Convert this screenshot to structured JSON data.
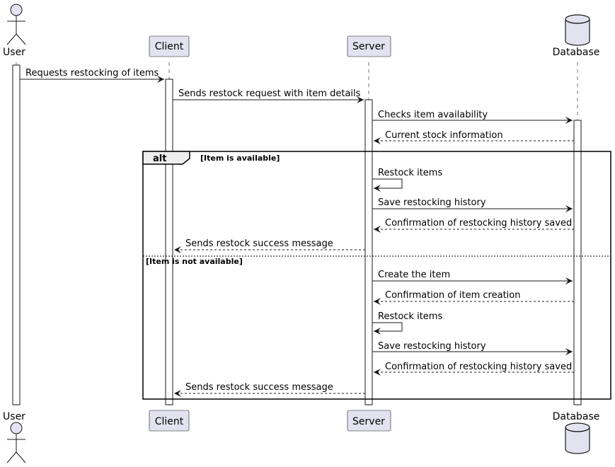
{
  "participants": [
    {
      "id": "user",
      "name": "User",
      "kind": "actor"
    },
    {
      "id": "client",
      "name": "Client",
      "kind": "participant"
    },
    {
      "id": "server",
      "name": "Server",
      "kind": "participant"
    },
    {
      "id": "database",
      "name": "Database",
      "kind": "database"
    }
  ],
  "messages": [
    {
      "from": "user",
      "to": "client",
      "text": "Requests restocking of items",
      "style": "solid"
    },
    {
      "from": "client",
      "to": "server",
      "text": "Sends restock request with item details",
      "style": "solid"
    },
    {
      "from": "server",
      "to": "database",
      "text": "Checks item availability",
      "style": "solid"
    },
    {
      "from": "database",
      "to": "server",
      "text": "Current stock information",
      "style": "dashed"
    },
    {
      "from": "server",
      "to": "server",
      "text": "Restock items",
      "style": "solid"
    },
    {
      "from": "server",
      "to": "database",
      "text": "Save restocking history",
      "style": "solid"
    },
    {
      "from": "database",
      "to": "server",
      "text": "Confirmation of restocking history saved",
      "style": "dashed"
    },
    {
      "from": "server",
      "to": "client",
      "text": "Sends restock success message",
      "style": "dashed"
    },
    {
      "from": "server",
      "to": "database",
      "text": "Create the item",
      "style": "solid"
    },
    {
      "from": "database",
      "to": "server",
      "text": "Confirmation of item creation",
      "style": "dashed"
    },
    {
      "from": "server",
      "to": "server",
      "text": "Restock items",
      "style": "solid"
    },
    {
      "from": "server",
      "to": "database",
      "text": "Save restocking history",
      "style": "solid"
    },
    {
      "from": "database",
      "to": "server",
      "text": "Confirmation of restocking history saved",
      "style": "dashed"
    },
    {
      "from": "server",
      "to": "client",
      "text": "Sends restock success message",
      "style": "dashed"
    }
  ],
  "alt_fragment": {
    "keyword": "alt",
    "conditions": [
      "[Item is available]",
      "[Item is not available]"
    ]
  },
  "colors": {
    "participant_fill": "#e2e2f0",
    "participant_border": "#181818",
    "lifeline": "#181818",
    "activation_fill": "#ffffff",
    "arrow": "#181818"
  }
}
